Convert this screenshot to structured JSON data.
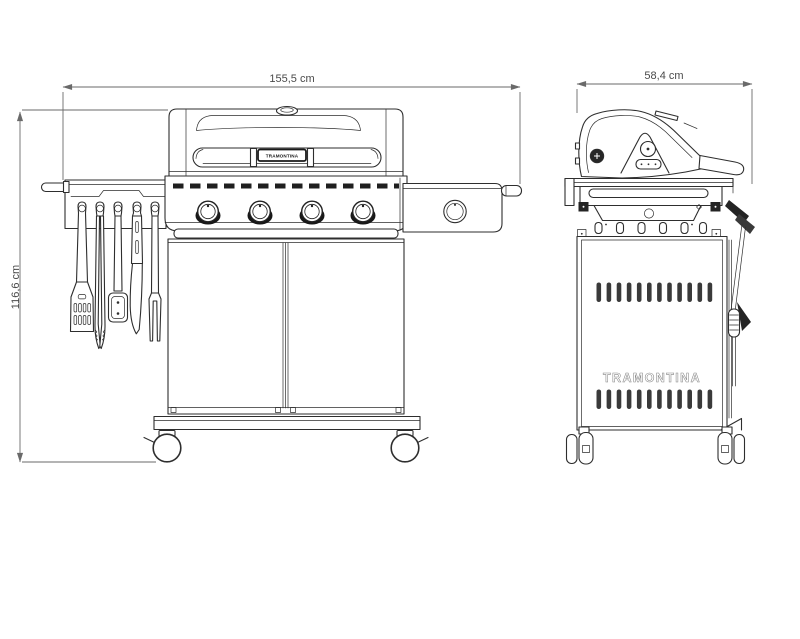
{
  "dimensions": {
    "front_width": "155,5 cm",
    "height": "116,6 cm",
    "side_depth": "58,4 cm"
  },
  "front_view": {
    "handle_badge": "TRAMONTINA"
  },
  "side_view": {
    "panel_logo": "TRAMONTINA"
  },
  "colors": {
    "background": "#ffffff",
    "line": "#2e2e2e",
    "dim_line": "#6a6a6a",
    "dim_text": "#4a4a4a"
  }
}
